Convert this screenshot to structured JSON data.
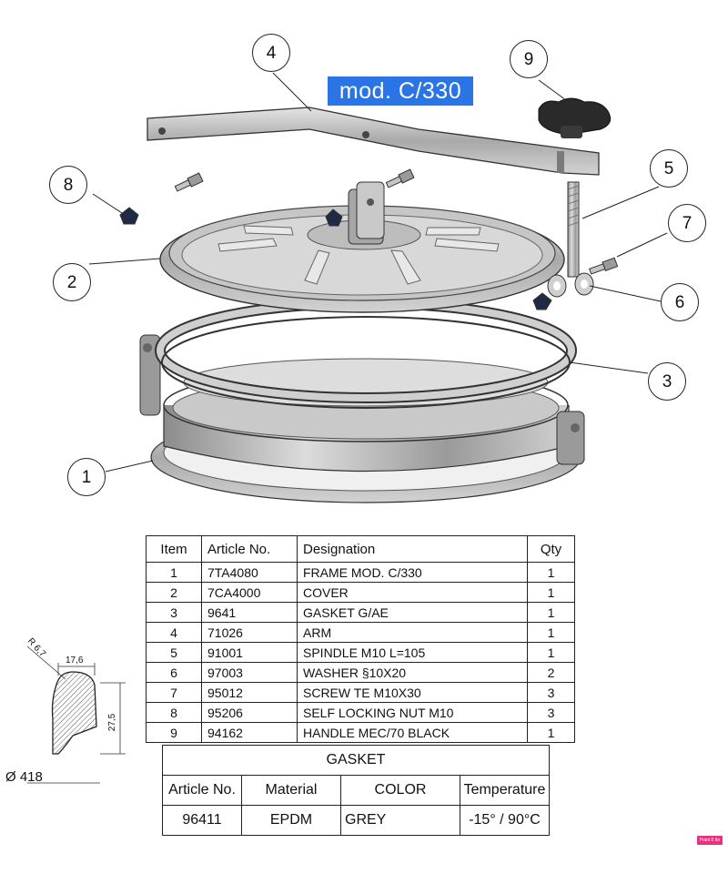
{
  "title": "mod. C/330",
  "callouts": [
    "1",
    "2",
    "3",
    "4",
    "5",
    "6",
    "7",
    "8",
    "9"
  ],
  "parts_table": {
    "headers": [
      "Item",
      "Article No.",
      "Designation",
      "Qty"
    ],
    "rows": [
      [
        "1",
        "7TA4080",
        "FRAME MOD. C/330",
        "1"
      ],
      [
        "2",
        "7CA4000",
        "COVER",
        "1"
      ],
      [
        "3",
        "9641",
        "GASKET G/AE",
        "1"
      ],
      [
        "4",
        "71026",
        "ARM",
        "1"
      ],
      [
        "5",
        "91001",
        "SPINDLE M10 L=105",
        "1"
      ],
      [
        "6",
        "97003",
        "WASHER §10X20",
        "2"
      ],
      [
        "7",
        "95012",
        "SCREW TE M10X30",
        "3"
      ],
      [
        "8",
        "95206",
        "SELF LOCKING NUT M10",
        "3"
      ],
      [
        "9",
        "94162",
        "HANDLE MEC/70 BLACK",
        "1"
      ]
    ]
  },
  "gasket_table": {
    "caption": "GASKET",
    "headers": [
      "Article No.",
      "Material",
      "COLOR",
      "Temperature"
    ],
    "row": [
      "96411",
      "EPDM",
      "GREY",
      "-15° / 90°C"
    ]
  },
  "profile": {
    "radius_label": "R 6,7",
    "width_label": "17,6",
    "height_label": "27,5",
    "diameter_label": "Ø 418"
  },
  "badge": "Point 5 Ite",
  "colors": {
    "title_bg": "#2a74e6",
    "badge_bg": "#e8327d",
    "metal": "#b9b9b9"
  }
}
